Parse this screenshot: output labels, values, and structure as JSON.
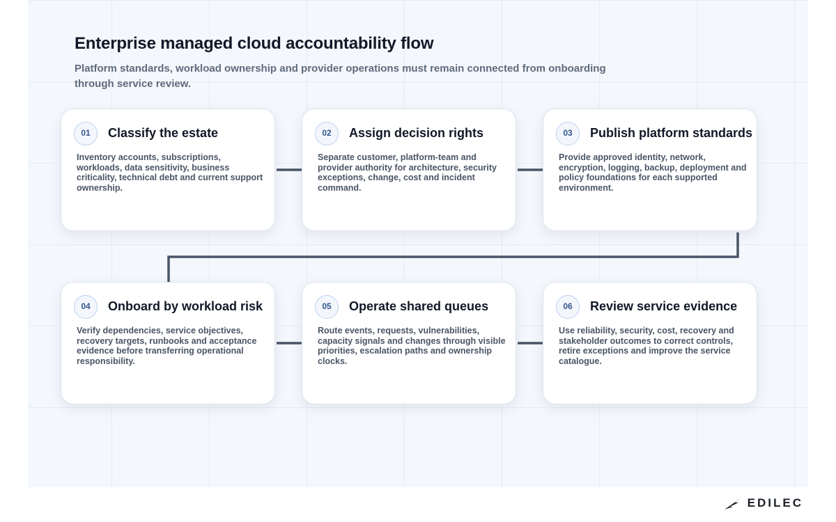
{
  "header": {
    "title": "Enterprise managed cloud accountability flow",
    "subtitle": "Platform standards, workload ownership and provider operations must remain connected from onboarding through service review."
  },
  "steps": [
    {
      "number": "01",
      "title": "Classify the estate",
      "body": "Inventory accounts, subscriptions, workloads, data sensitivity, business criticality, technical debt and current support ownership."
    },
    {
      "number": "02",
      "title": "Assign decision rights",
      "body": "Separate customer, platform-team and provider authority for architecture, security exceptions, change, cost and incident command."
    },
    {
      "number": "03",
      "title": "Publish platform standards",
      "body": "Provide approved identity, network, encryption, logging, backup, deployment and policy foundations for each supported environment."
    },
    {
      "number": "04",
      "title": "Onboard by workload risk",
      "body": "Verify dependencies, service objectives, recovery targets, runbooks and acceptance evidence before transferring operational responsibility."
    },
    {
      "number": "05",
      "title": "Operate shared queues",
      "body": "Route events, requests, vulnerabilities, capacity signals and changes through visible priorities, escalation paths and ownership clocks."
    },
    {
      "number": "06",
      "title": "Review service evidence",
      "body": "Use reliability, security, cost, recovery and stakeholder outcomes to correct controls, retire exceptions and improve the service catalogue."
    }
  ],
  "brand": {
    "name": "EDILEC",
    "icon": "edilec-bird-logo-icon"
  },
  "colors": {
    "connector": "#4a5568",
    "number_text": "#35568c",
    "number_border": "#bcd0ee"
  }
}
